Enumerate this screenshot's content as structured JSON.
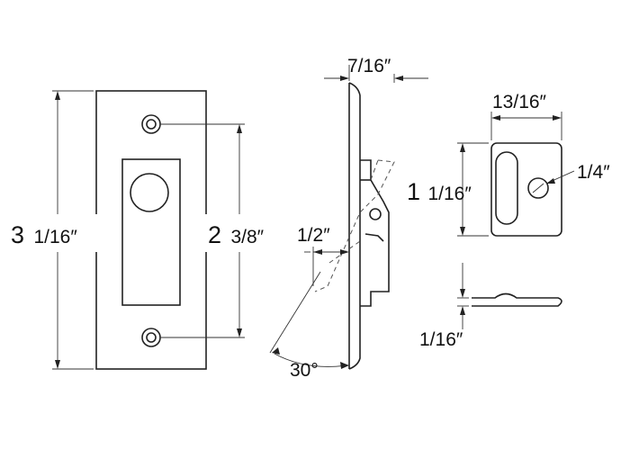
{
  "dimensions": {
    "overall_height_whole": "3",
    "overall_height_frac": "1/16″",
    "hole_spacing_whole": "2",
    "hole_spacing_frac": "3/8″",
    "depth": "7/16″",
    "pull_projection": "1/2″",
    "angle": "30°",
    "pull_width": "13/16″",
    "pull_height_whole": "1",
    "pull_height_frac": "1/16″",
    "hole_diameter": "1/4″",
    "thickness": "1/16″"
  }
}
